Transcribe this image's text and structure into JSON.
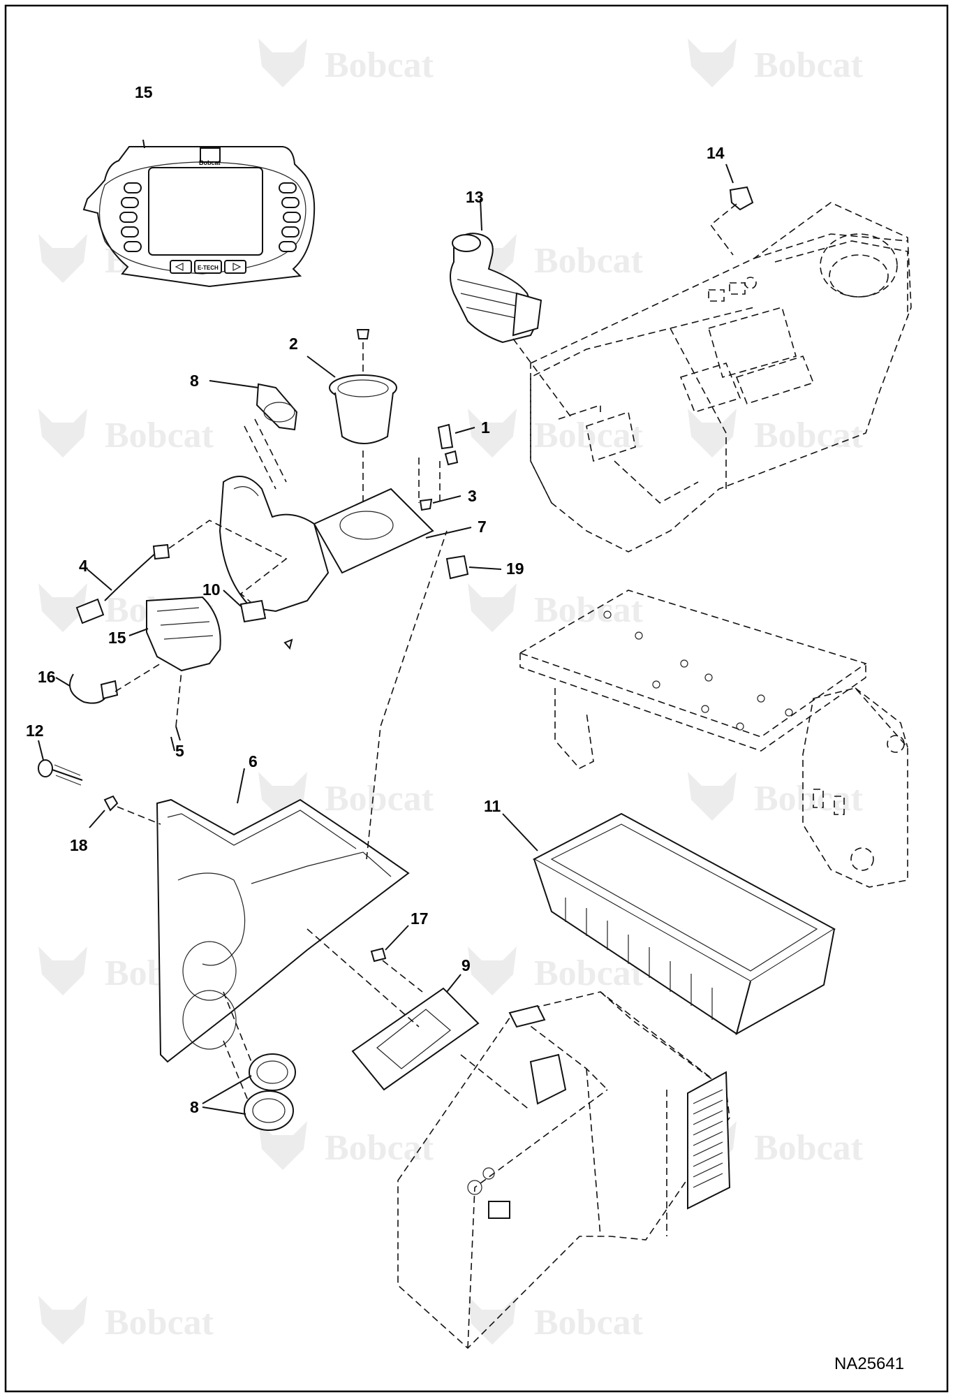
{
  "drawing_id": "NA25641",
  "watermark": {
    "text": "Bobcat",
    "color": "#ececec"
  },
  "display_panel": {
    "brand": "Bobcat",
    "center_key": "E-TECH"
  },
  "callouts": [
    {
      "key": "display",
      "label": "15"
    },
    {
      "key": "latch",
      "label": "14"
    },
    {
      "key": "joystick",
      "label": "13"
    },
    {
      "key": "cupholder",
      "label": "2"
    },
    {
      "key": "plug-top",
      "label": "8"
    },
    {
      "key": "clip",
      "label": "1"
    },
    {
      "key": "screw3",
      "label": "3"
    },
    {
      "key": "plate",
      "label": "7"
    },
    {
      "key": "switch",
      "label": "19"
    },
    {
      "key": "harness",
      "label": "4"
    },
    {
      "key": "connector10",
      "label": "10"
    },
    {
      "key": "bracket15",
      "label": "15"
    },
    {
      "key": "cable16",
      "label": "16"
    },
    {
      "key": "screw5",
      "label": "5"
    },
    {
      "key": "bolt12",
      "label": "12"
    },
    {
      "key": "panel6",
      "label": "6"
    },
    {
      "key": "nut18",
      "label": "18"
    },
    {
      "key": "tray11",
      "label": "11"
    },
    {
      "key": "screw17",
      "label": "17"
    },
    {
      "key": "cover9",
      "label": "9"
    },
    {
      "key": "plugs-bottom",
      "label": "8"
    }
  ]
}
